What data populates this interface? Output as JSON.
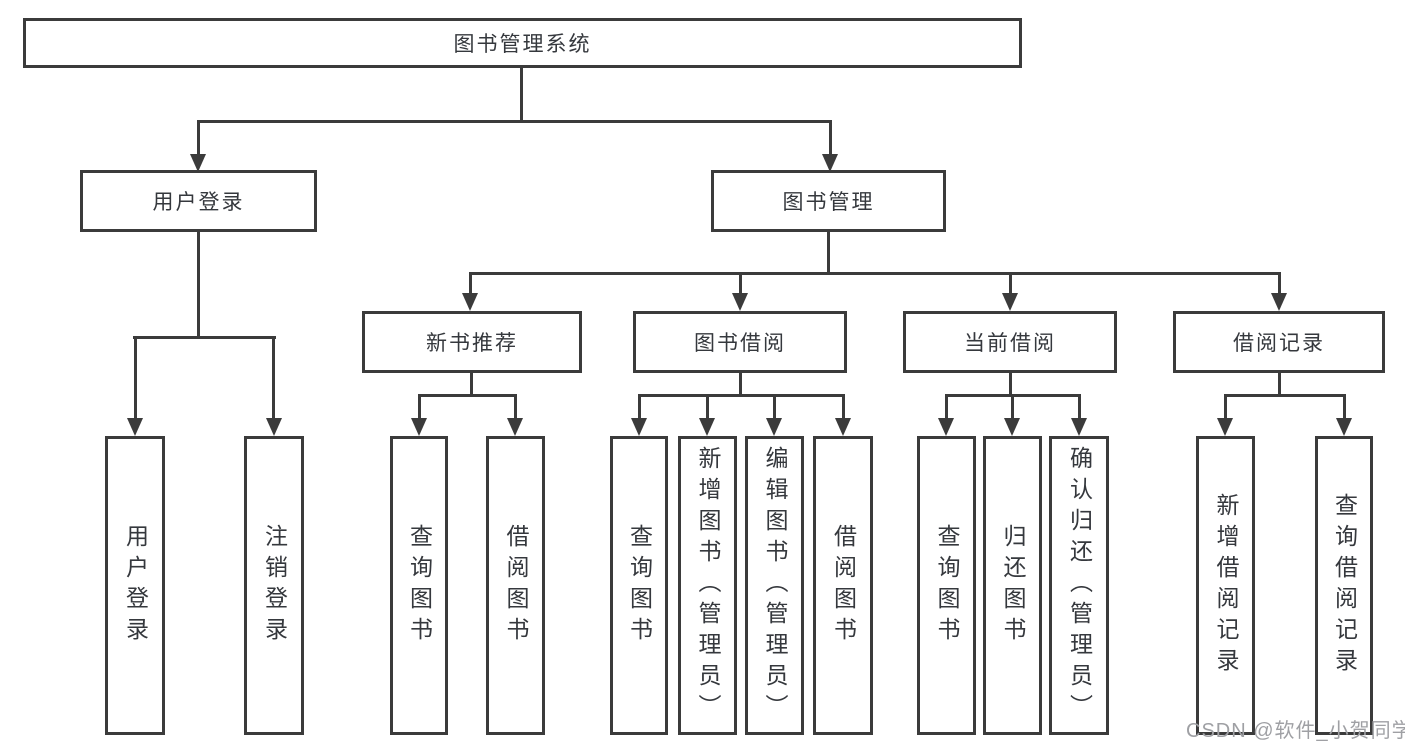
{
  "diagram": {
    "root_label": "图书管理系统",
    "user_login": {
      "label": "用户登录",
      "children": [
        "用户登录",
        "注销登录"
      ]
    },
    "book_mgmt": {
      "label": "图书管理",
      "sections": [
        {
          "label": "新书推荐",
          "children": [
            "查询图书",
            "借阅图书"
          ]
        },
        {
          "label": "图书借阅",
          "children": [
            "查询图书",
            "新增图书（管理员）",
            "编辑图书（管理员）",
            "借阅图书"
          ]
        },
        {
          "label": "当前借阅",
          "children": [
            "查询图书",
            "归还图书",
            "确认归还（管理员）"
          ]
        },
        {
          "label": "借阅记录",
          "children": [
            "新增借阅记录",
            "查询借阅记录"
          ]
        }
      ]
    },
    "line_color": "#3b3b3b",
    "text_color": "#35383d"
  },
  "watermark": {
    "text": "CSDN @软件_小贺同学",
    "color": "#9fa0a4"
  }
}
